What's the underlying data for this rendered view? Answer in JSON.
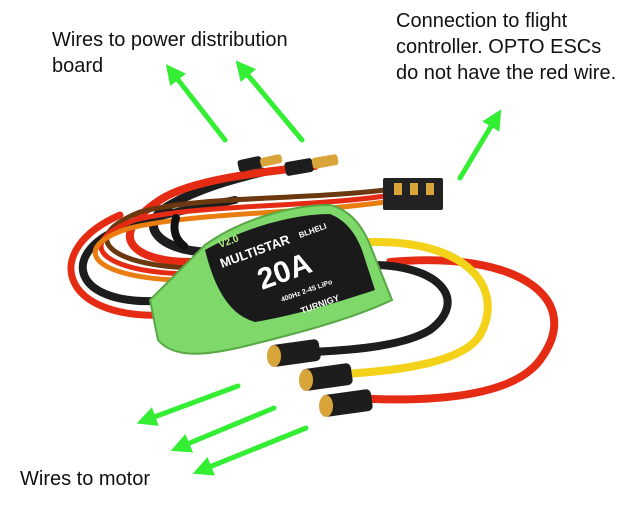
{
  "labels": {
    "power": "Wires to power distribution board",
    "flight_controller": "Connection to flight controller. OPTO ESCs do not have the red wire.",
    "motor": "Wires to motor"
  },
  "esc_print": {
    "version": "V2.0",
    "series": "MULTISTAR",
    "firmware": "BLHELI",
    "rating": "20A",
    "spec": "400Hz 2-4S LiPo",
    "brand": "TURNIGY"
  },
  "colors": {
    "arrow": "#33ee33",
    "esc_body": "#7fd86a",
    "esc_label": "#1a1a1a",
    "wire_red": "#e52b14",
    "wire_black": "#1d1d1d",
    "wire_yellow": "#f5d21a",
    "wire_orange": "#ea7d10",
    "wire_brown": "#6b3810",
    "connector_gold": "#d9a53a"
  }
}
